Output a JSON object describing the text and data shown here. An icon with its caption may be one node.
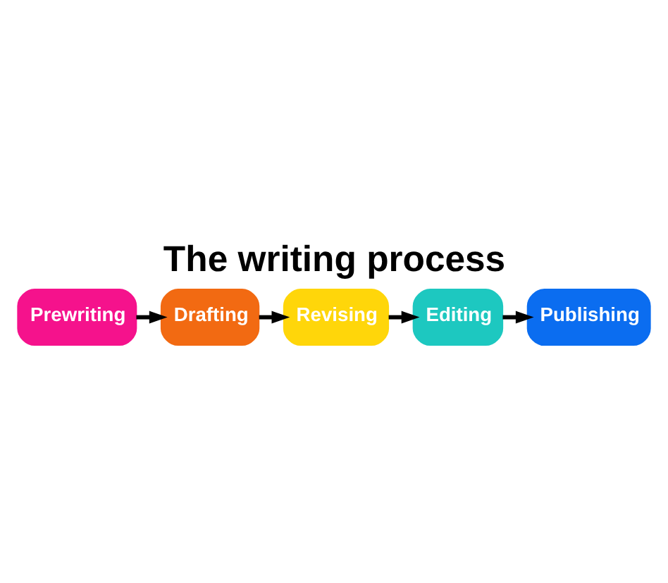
{
  "diagram": {
    "title": "The writing process",
    "nodes": [
      {
        "text": [
          "Prewriting"
        ]
      },
      {
        "text": [
          "Drafting"
        ]
      },
      {
        "text": [
          "Revising"
        ]
      },
      {
        "text": [
          "Editing"
        ]
      },
      {
        "text": [
          "Publishing"
        ]
      }
    ],
    "edges": [
      {
        "from": 0,
        "to": 1,
        "arrow": "to"
      },
      {
        "from": 1,
        "to": 2,
        "arrow": "to"
      },
      {
        "from": 2,
        "to": 3,
        "arrow": "to"
      },
      {
        "from": 3,
        "to": 4,
        "arrow": "to"
      }
    ]
  }
}
